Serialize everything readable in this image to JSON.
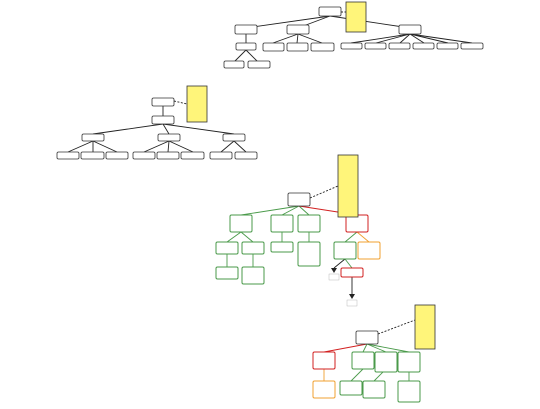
{
  "colors": {
    "node_border": "#333333",
    "green": "#4a9a4a",
    "red": "#d22020",
    "orange": "#f0a030",
    "note_fill": "#fff57a",
    "note_border": "#333333",
    "edge": "#222222"
  },
  "trees": [
    {
      "id": "tree1",
      "nodes": [
        {
          "id": "t1-root",
          "label": "",
          "status": "plain"
        },
        {
          "id": "t1-a",
          "label": "",
          "status": "plain"
        },
        {
          "id": "t1-b",
          "label": "",
          "status": "plain"
        },
        {
          "id": "t1-c",
          "label": "",
          "status": "plain"
        },
        {
          "id": "t1-a1",
          "label": "",
          "status": "plain"
        },
        {
          "id": "t1-a1a",
          "label": "",
          "status": "plain"
        },
        {
          "id": "t1-a1b",
          "label": "",
          "status": "plain"
        },
        {
          "id": "t1-b1",
          "label": "",
          "status": "plain"
        },
        {
          "id": "t1-b2",
          "label": "",
          "status": "plain"
        },
        {
          "id": "t1-b3",
          "label": "",
          "status": "plain"
        },
        {
          "id": "t1-c1",
          "label": "",
          "status": "plain"
        },
        {
          "id": "t1-c2",
          "label": "",
          "status": "plain"
        },
        {
          "id": "t1-c3",
          "label": "",
          "status": "plain"
        },
        {
          "id": "t1-c4",
          "label": "",
          "status": "plain"
        },
        {
          "id": "t1-c5",
          "label": "",
          "status": "plain"
        },
        {
          "id": "t1-c6",
          "label": "",
          "status": "plain"
        }
      ],
      "note": {
        "text": ""
      }
    },
    {
      "id": "tree2",
      "nodes": [
        {
          "id": "t2-root",
          "label": "",
          "status": "plain"
        },
        {
          "id": "t2-mid",
          "label": "",
          "status": "plain"
        },
        {
          "id": "t2-a",
          "label": "",
          "status": "plain"
        },
        {
          "id": "t2-b",
          "label": "",
          "status": "plain"
        },
        {
          "id": "t2-c",
          "label": "",
          "status": "plain"
        },
        {
          "id": "t2-a1",
          "label": "",
          "status": "plain"
        },
        {
          "id": "t2-a2",
          "label": "",
          "status": "plain"
        },
        {
          "id": "t2-a3",
          "label": "",
          "status": "plain"
        },
        {
          "id": "t2-b1",
          "label": "",
          "status": "plain"
        },
        {
          "id": "t2-b2",
          "label": "",
          "status": "plain"
        },
        {
          "id": "t2-b3",
          "label": "",
          "status": "plain"
        },
        {
          "id": "t2-c1",
          "label": "",
          "status": "plain"
        },
        {
          "id": "t2-c2",
          "label": "",
          "status": "plain"
        }
      ],
      "note": {
        "text": ""
      }
    },
    {
      "id": "tree3",
      "nodes": [
        {
          "id": "t3-root",
          "label": "",
          "status": "plain"
        },
        {
          "id": "t3-a",
          "label": "",
          "status": "green"
        },
        {
          "id": "t3-b",
          "label": "",
          "status": "green"
        },
        {
          "id": "t3-c",
          "label": "",
          "status": "green"
        },
        {
          "id": "t3-d",
          "label": "",
          "status": "red"
        },
        {
          "id": "t3-a1",
          "label": "",
          "status": "green"
        },
        {
          "id": "t3-a2",
          "label": "",
          "status": "green"
        },
        {
          "id": "t3-a1a",
          "label": "",
          "status": "green"
        },
        {
          "id": "t3-a2a",
          "label": "",
          "status": "green"
        },
        {
          "id": "t3-b1",
          "label": "",
          "status": "green"
        },
        {
          "id": "t3-c1",
          "label": "",
          "status": "green"
        },
        {
          "id": "t3-d1",
          "label": "",
          "status": "green"
        },
        {
          "id": "t3-d2",
          "label": "",
          "status": "orange"
        },
        {
          "id": "t3-d1b",
          "label": "",
          "status": "red"
        }
      ],
      "note": {
        "text": ""
      }
    },
    {
      "id": "tree4",
      "nodes": [
        {
          "id": "t4-root",
          "label": "",
          "status": "plain"
        },
        {
          "id": "t4-a",
          "label": "",
          "status": "red"
        },
        {
          "id": "t4-b",
          "label": "",
          "status": "green"
        },
        {
          "id": "t4-c",
          "label": "",
          "status": "green"
        },
        {
          "id": "t4-d",
          "label": "",
          "status": "green"
        },
        {
          "id": "t4-a1",
          "label": "",
          "status": "orange"
        },
        {
          "id": "t4-b1",
          "label": "",
          "status": "green"
        },
        {
          "id": "t4-c1",
          "label": "",
          "status": "green"
        },
        {
          "id": "t4-d1",
          "label": "",
          "status": "green"
        }
      ],
      "note": {
        "text": ""
      }
    }
  ]
}
